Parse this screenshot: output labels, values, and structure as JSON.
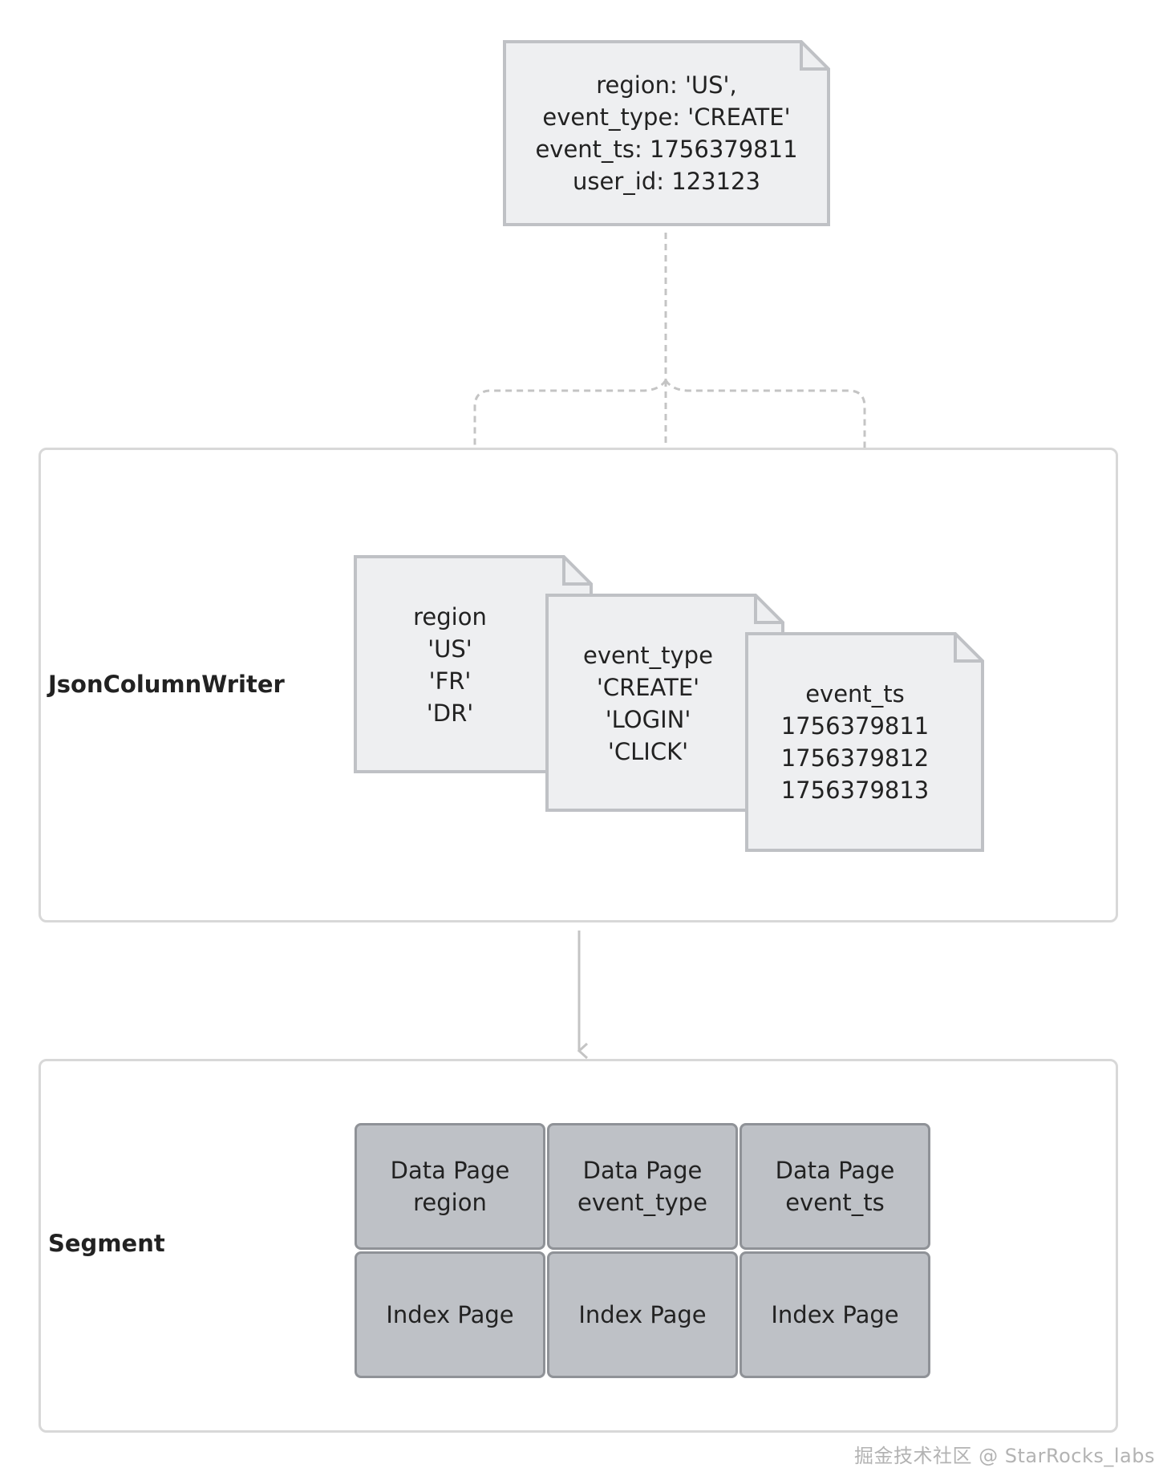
{
  "source_record": {
    "lines": [
      "region: 'US',",
      "event_type: 'CREATE'",
      "event_ts: 1756379811",
      "user_id: 123123"
    ]
  },
  "writer_group": {
    "label": "JsonColumnWriter",
    "columns": [
      {
        "lines": [
          "region",
          "'US'",
          "'FR'",
          "'DR'"
        ]
      },
      {
        "lines": [
          "event_type",
          "'CREATE'",
          "'LOGIN'",
          "'CLICK'"
        ]
      },
      {
        "lines": [
          "event_ts",
          "1756379811",
          "1756379812",
          "1756379813"
        ]
      }
    ]
  },
  "segment_group": {
    "label": "Segment",
    "data_pages": [
      {
        "title": "Data Page",
        "column": "region"
      },
      {
        "title": "Data Page",
        "column": "event_type"
      },
      {
        "title": "Data Page",
        "column": "event_ts"
      }
    ],
    "index_pages": [
      "Index Page",
      "Index Page",
      "Index Page"
    ]
  },
  "watermark": "掘金技术社区 @ StarRocks_labs",
  "colors": {
    "doc_fill": "#eeeff1",
    "doc_stroke": "#bfc1c5",
    "page_fill": "#bec1c6",
    "page_stroke": "#8f9297",
    "group_border": "#d8d8d8",
    "connector": "#c4c4c4"
  }
}
